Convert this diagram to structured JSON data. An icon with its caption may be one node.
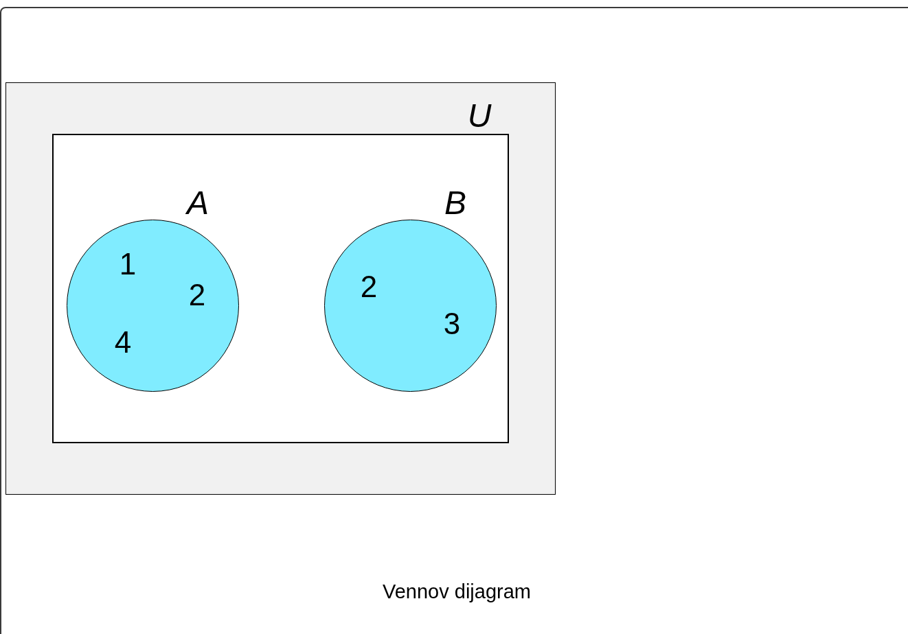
{
  "diagram": {
    "caption": "Vennov dijagram",
    "nodes": [
      {
        "text": [
          "U"
        ]
      },
      {
        "text": [
          "A",
          "1",
          "2",
          "4"
        ],
        "in": 0
      },
      {
        "text": [
          "B",
          "2",
          "3"
        ],
        "in": 0
      }
    ]
  }
}
